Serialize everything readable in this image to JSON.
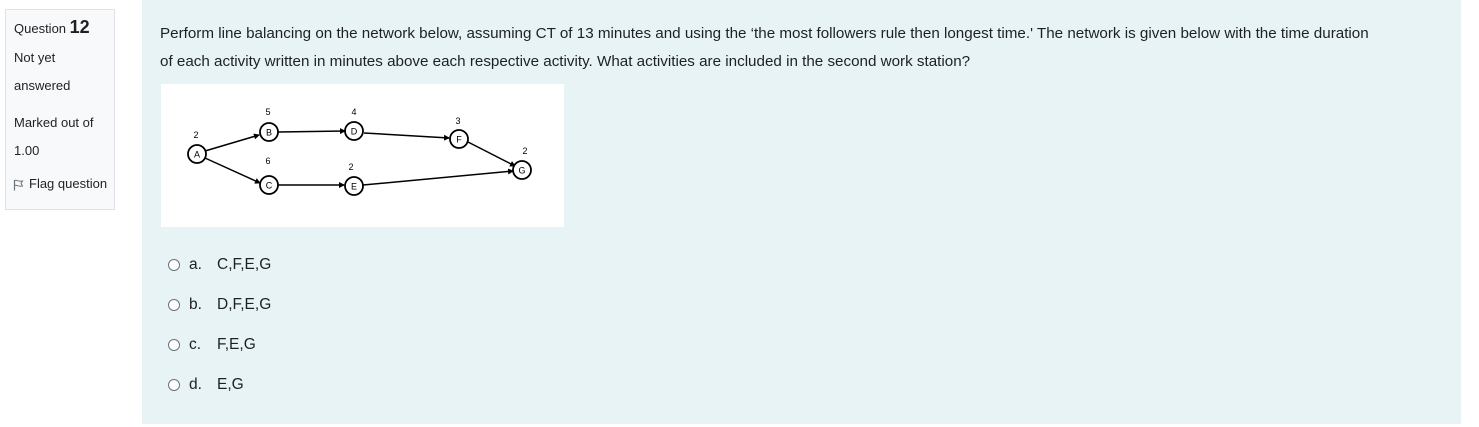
{
  "info": {
    "question_label": "Question",
    "question_number": "12",
    "status_line1": "Not yet",
    "status_line2": "answered",
    "marked_line1": "Marked out of",
    "marked_line2": "1.00",
    "flag_label": "Flag question"
  },
  "question": {
    "line1": "Perform line balancing on the network below, assuming CT of 13 minutes and using the ‘the most followers rule then longest time.'  The network is given below with the time duration",
    "line2": "of each activity written in minutes above each respective activity. What activities are included in the second work station?"
  },
  "diagram": {
    "nodes": [
      {
        "id": "A",
        "time": "2"
      },
      {
        "id": "B",
        "time": "5"
      },
      {
        "id": "C",
        "time": "6"
      },
      {
        "id": "D",
        "time": "4"
      },
      {
        "id": "E",
        "time": "2"
      },
      {
        "id": "F",
        "time": "3"
      },
      {
        "id": "G",
        "time": "2"
      }
    ]
  },
  "answers": [
    {
      "letter": "a.",
      "text": "C,F,E,G"
    },
    {
      "letter": "b.",
      "text": "D,F,E,G"
    },
    {
      "letter": "c.",
      "text": "F,E,G"
    },
    {
      "letter": "d.",
      "text": "E,G"
    }
  ]
}
